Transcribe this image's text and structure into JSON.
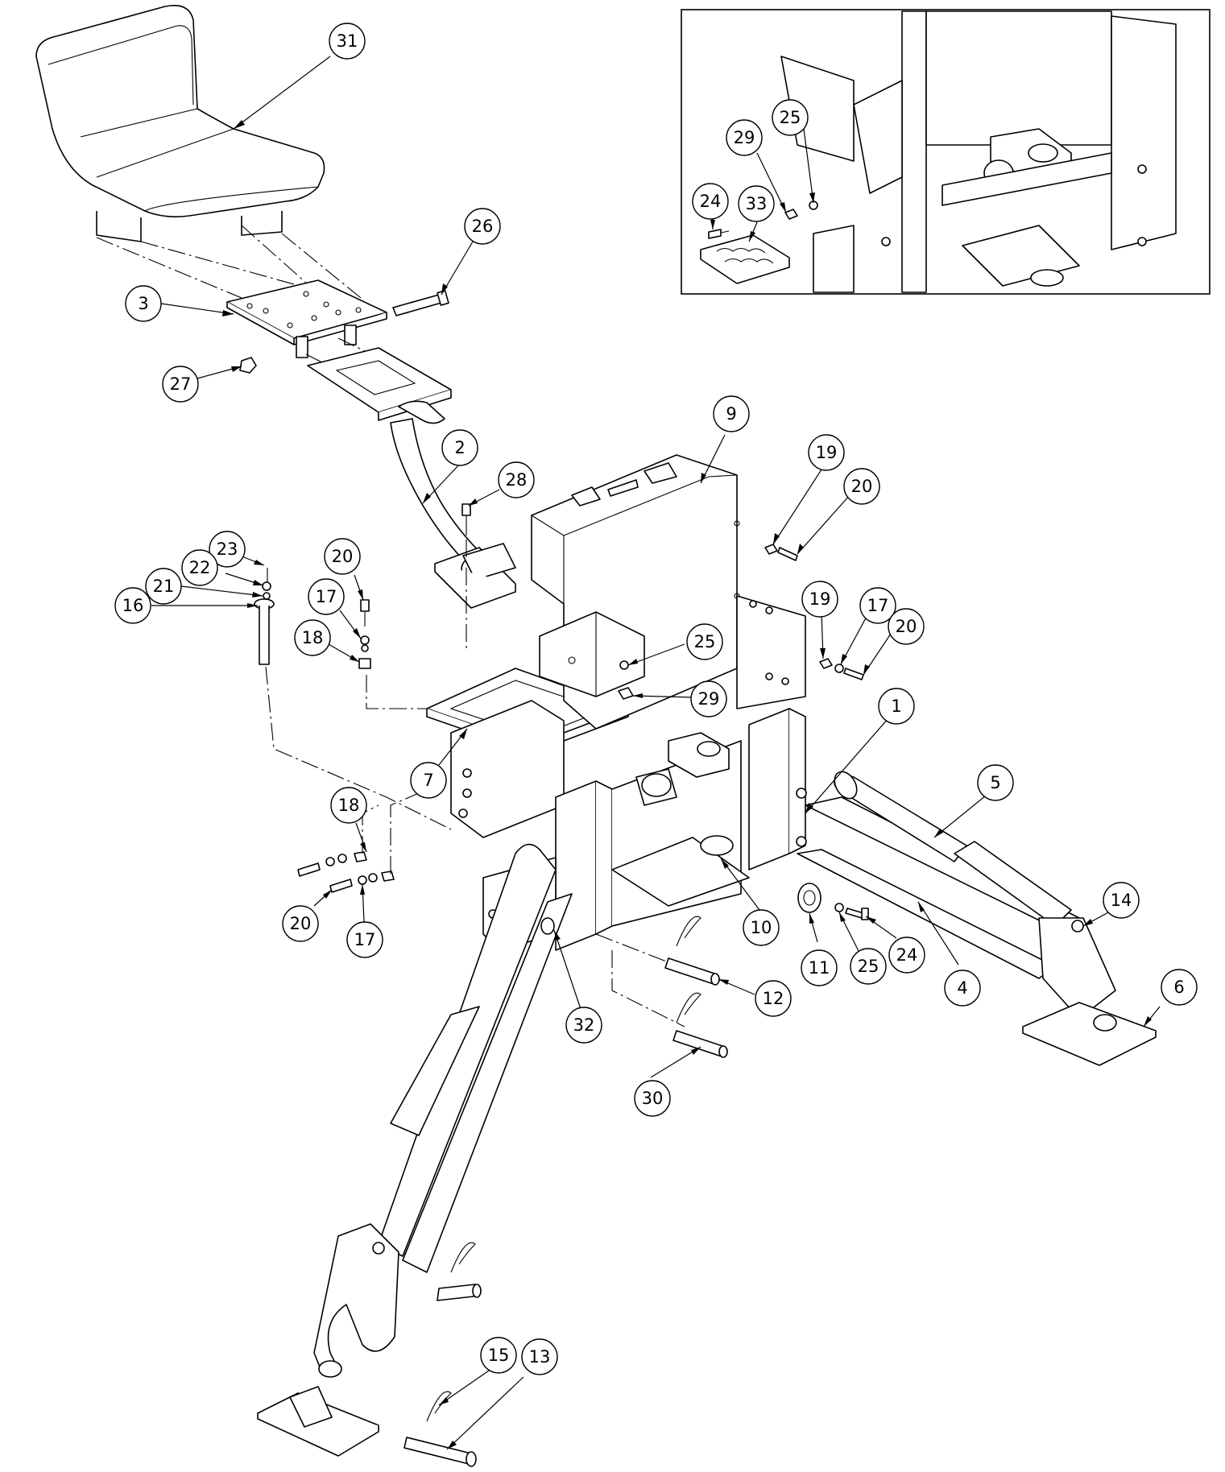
{
  "callouts": [
    {
      "id": "c31",
      "label": "31"
    },
    {
      "id": "c26",
      "label": "26"
    },
    {
      "id": "c3",
      "label": "3"
    },
    {
      "id": "c27",
      "label": "27"
    },
    {
      "id": "c2",
      "label": "2"
    },
    {
      "id": "c28",
      "label": "28"
    },
    {
      "id": "c9",
      "label": "9"
    },
    {
      "id": "c19a",
      "label": "19"
    },
    {
      "id": "c20a",
      "label": "20"
    },
    {
      "id": "c23",
      "label": "23"
    },
    {
      "id": "c22",
      "label": "22"
    },
    {
      "id": "c21",
      "label": "21"
    },
    {
      "id": "c16",
      "label": "16"
    },
    {
      "id": "c20b",
      "label": "20"
    },
    {
      "id": "c17a",
      "label": "17"
    },
    {
      "id": "c18a",
      "label": "18"
    },
    {
      "id": "c19b",
      "label": "19"
    },
    {
      "id": "c17b",
      "label": "17"
    },
    {
      "id": "c20c",
      "label": "20"
    },
    {
      "id": "c25a",
      "label": "25"
    },
    {
      "id": "c29a",
      "label": "29"
    },
    {
      "id": "c1",
      "label": "1"
    },
    {
      "id": "c5",
      "label": "5"
    },
    {
      "id": "c7",
      "label": "7"
    },
    {
      "id": "c18b",
      "label": "18"
    },
    {
      "id": "c20d",
      "label": "20"
    },
    {
      "id": "c17c",
      "label": "17"
    },
    {
      "id": "c10",
      "label": "10"
    },
    {
      "id": "c11",
      "label": "11"
    },
    {
      "id": "c25b",
      "label": "25"
    },
    {
      "id": "c24a",
      "label": "24"
    },
    {
      "id": "c4",
      "label": "4"
    },
    {
      "id": "c14",
      "label": "14"
    },
    {
      "id": "c6",
      "label": "6"
    },
    {
      "id": "c12",
      "label": "12"
    },
    {
      "id": "c32",
      "label": "32"
    },
    {
      "id": "c30",
      "label": "30"
    },
    {
      "id": "c15",
      "label": "15"
    },
    {
      "id": "c13",
      "label": "13"
    },
    {
      "id": "c25c",
      "label": "25"
    },
    {
      "id": "c29b",
      "label": "29"
    },
    {
      "id": "c24b",
      "label": "24"
    },
    {
      "id": "c33",
      "label": "33"
    }
  ]
}
